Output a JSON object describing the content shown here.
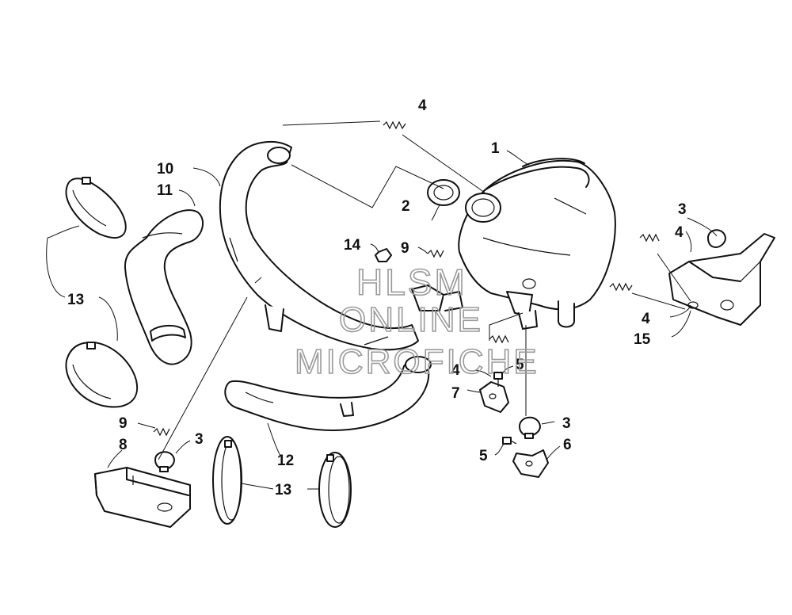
{
  "diagram": {
    "callouts": [
      {
        "id": "c1",
        "label": "1"
      },
      {
        "id": "c2",
        "label": "2"
      },
      {
        "id": "c3a",
        "label": "3"
      },
      {
        "id": "c3b",
        "label": "3"
      },
      {
        "id": "c3c",
        "label": "3"
      },
      {
        "id": "c4a",
        "label": "4"
      },
      {
        "id": "c4b",
        "label": "4"
      },
      {
        "id": "c4c",
        "label": "4"
      },
      {
        "id": "c4d",
        "label": "4"
      },
      {
        "id": "c5a",
        "label": "5"
      },
      {
        "id": "c5b",
        "label": "5"
      },
      {
        "id": "c6",
        "label": "6"
      },
      {
        "id": "c7",
        "label": "7"
      },
      {
        "id": "c8",
        "label": "8"
      },
      {
        "id": "c9a",
        "label": "9"
      },
      {
        "id": "c9b",
        "label": "9"
      },
      {
        "id": "c10",
        "label": "10"
      },
      {
        "id": "c11",
        "label": "11"
      },
      {
        "id": "c12",
        "label": "12"
      },
      {
        "id": "c13a",
        "label": "13"
      },
      {
        "id": "c13b",
        "label": "13"
      },
      {
        "id": "c14",
        "label": "14"
      },
      {
        "id": "c15",
        "label": "15"
      }
    ],
    "watermark": {
      "line1": "HLSM",
      "line2": "ONLINE",
      "line3": "MICROFICHE"
    }
  }
}
